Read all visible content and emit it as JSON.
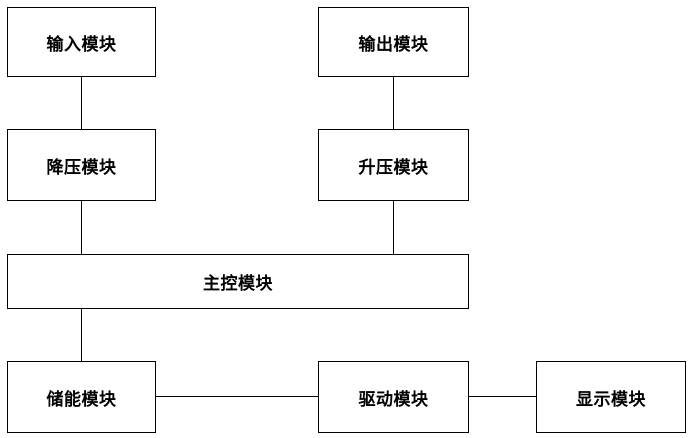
{
  "modules": {
    "input": "输入模块",
    "output": "输出模块",
    "buck": "降压模块",
    "boost": "升压模块",
    "main_control": "主控模块",
    "storage": "储能模块",
    "driver": "驱动模块",
    "display": "显示模块"
  }
}
